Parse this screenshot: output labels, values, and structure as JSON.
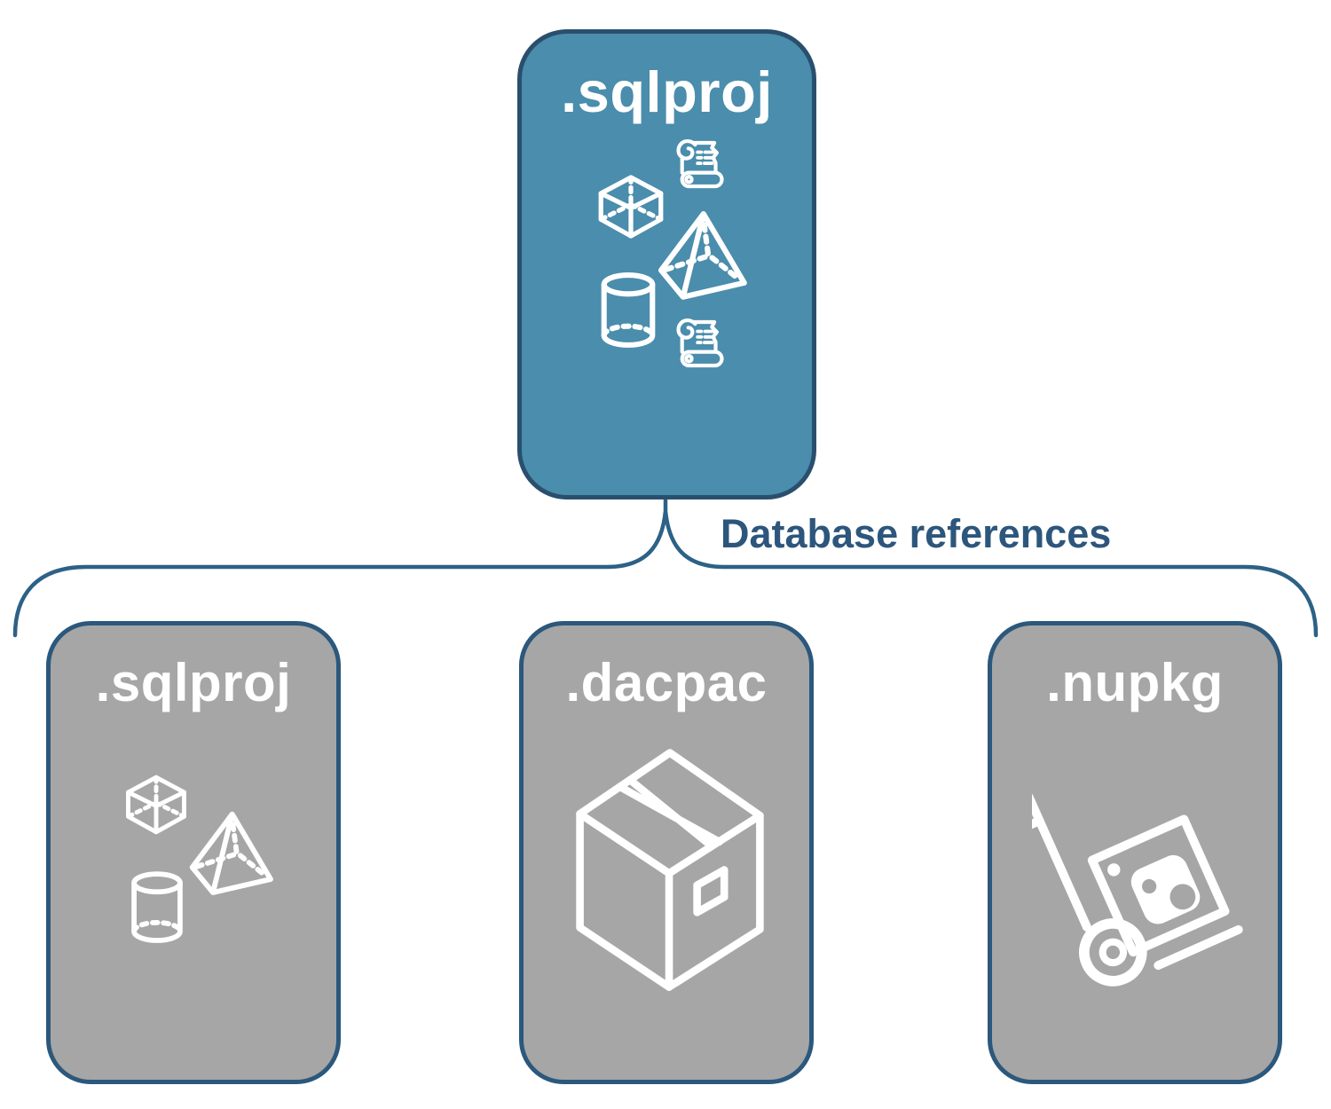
{
  "cards": {
    "root": {
      "label": ".sqlproj",
      "icons": [
        "cube-icon",
        "scroll-icon",
        "pyramid-icon",
        "cylinder-icon",
        "scroll-icon"
      ]
    },
    "children": [
      {
        "label": ".sqlproj",
        "icons": [
          "cube-icon",
          "pyramid-icon",
          "cylinder-icon"
        ]
      },
      {
        "label": ".dacpac",
        "icons": [
          "package-box-icon"
        ]
      },
      {
        "label": ".nupkg",
        "icons": [
          "hand-truck-icon"
        ]
      }
    ]
  },
  "connector": {
    "label": "Database references"
  },
  "colors": {
    "background": "#ffffff",
    "teal-fill": "#4a8dac",
    "teal-border": "#2a4f6d",
    "gray-fill": "#a6a6a6",
    "gray-border": "#2b587c",
    "line": "#2d6186",
    "label-text": "#2d567c",
    "icon": "#ffffff"
  }
}
